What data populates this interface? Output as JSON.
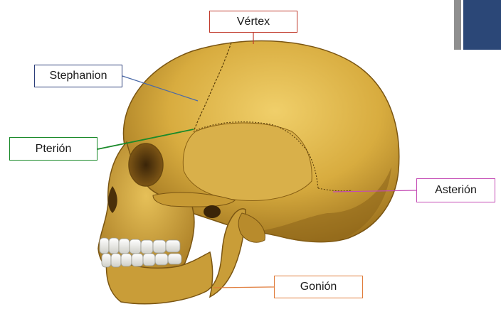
{
  "labels": {
    "vertex": "Vértex",
    "stephanion": "Stephanion",
    "pterion": "Pterión",
    "asterion": "Asterión",
    "gonion": "Gonión"
  },
  "colors": {
    "vertex": "#c0392b",
    "stephanion": "#2c3e7a",
    "pterion": "#1a8a2a",
    "asterion": "#c44bb5",
    "gonion": "#e07b39",
    "accent_blue": "#2b4777",
    "accent_grey": "#8f8f8f",
    "bone": "#d4a93c"
  },
  "image": {
    "subject": "skull-lateral-view-icon"
  }
}
